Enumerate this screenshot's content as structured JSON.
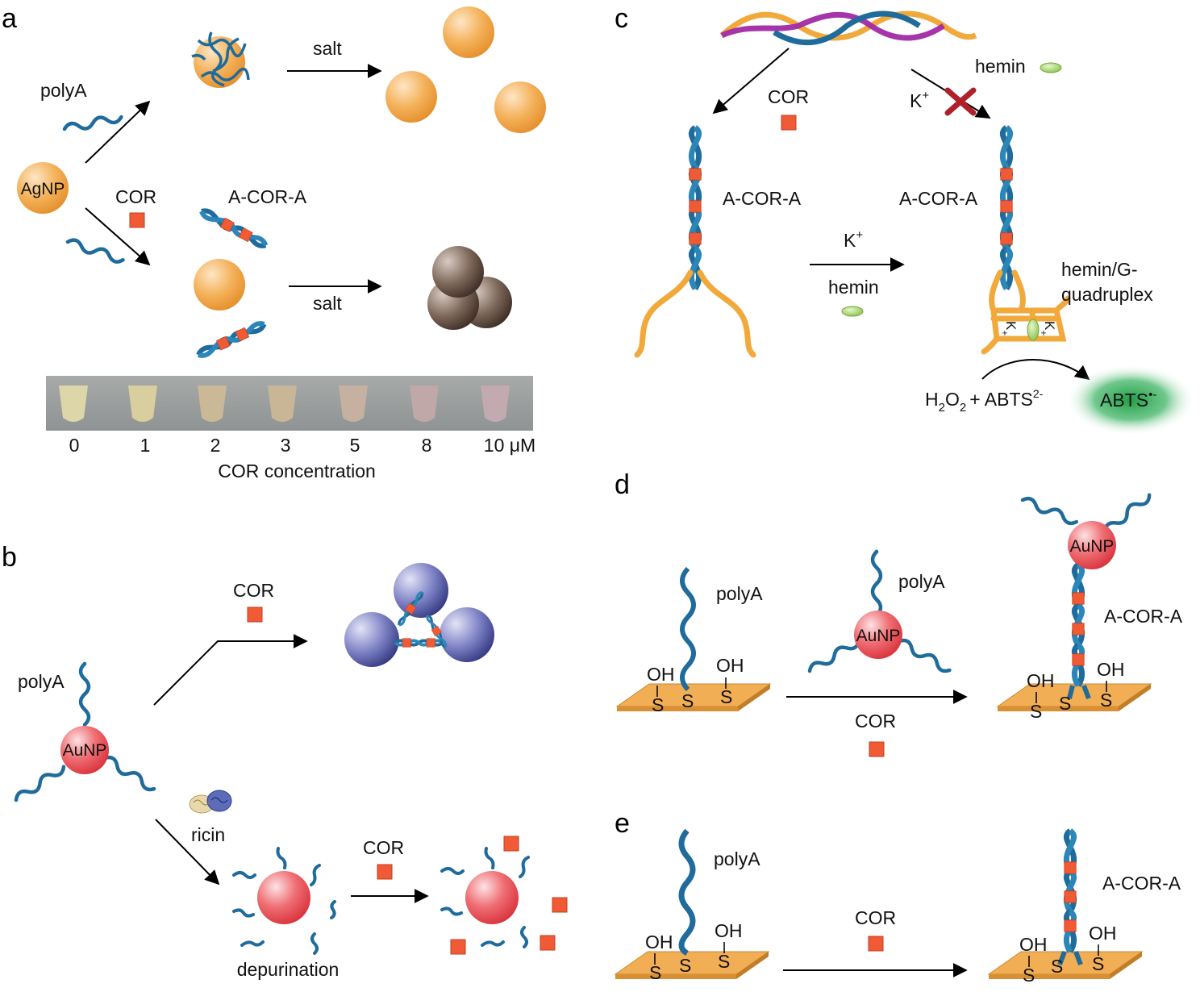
{
  "panels": {
    "a": "a",
    "b": "b",
    "c": "c",
    "d": "d",
    "e": "e"
  },
  "panel_a": {
    "agnp": "AgNP",
    "polyA": "polyA",
    "cor": "COR",
    "salt_top": "salt",
    "salt_bottom": "salt",
    "acora": "A-COR-A",
    "tube_labels": [
      "0",
      "1",
      "2",
      "3",
      "5",
      "8",
      "10 μM"
    ],
    "tube_colors": [
      "#dcd6a8",
      "#d8ce9e",
      "#cbb896",
      "#c9b697",
      "#c6b0a0",
      "#c0a8a8",
      "#c2aab0"
    ],
    "axis_label": "COR concentration"
  },
  "panel_b": {
    "cor_top": "COR",
    "polyA": "polyA",
    "aunp": "AuNP",
    "ricin": "ricin",
    "cor_bottom": "COR",
    "depurination": "depurination"
  },
  "panel_c": {
    "cor": "COR",
    "k_top": "K",
    "k_top_sup": "+",
    "hemin_top": "hemin",
    "acora_left": "A-COR-A",
    "acora_right": "A-COR-A",
    "k_mid": "K",
    "k_mid_sup": "+",
    "hemin_mid": "hemin",
    "hemin_g_line1": "hemin/G-",
    "hemin_g_line2": "quadruplex",
    "k_in_1": "K",
    "k_in_2": "K",
    "plus": "+",
    "h2o2_h": "H",
    "h2o2_sub": "2",
    "h2o2_o": "O",
    "h2o2_sub2": "2",
    "abts_left": "+ ABTS",
    "abts_left_sup": "2-",
    "abts_right": "ABTS",
    "abts_right_sup": "•-"
  },
  "panel_d": {
    "polyA_left": "polyA",
    "polyA_mid": "polyA",
    "aunp_mid": "AuNP",
    "aunp_right": "AuNP",
    "acora": "A-COR-A",
    "cor": "COR",
    "oh": "OH",
    "s": "S"
  },
  "panel_e": {
    "polyA": "polyA",
    "cor": "COR",
    "acora": "A-COR-A",
    "oh": "OH",
    "s": "S"
  },
  "colors": {
    "dna_blue": "#1f6b9c",
    "cor_red": "#f05a35",
    "agnp_orange": "#f3a545",
    "aunp_red": "#e8454c",
    "aggregate_brown": "#5b4438",
    "aunp_blue": "#5559a8",
    "dna_orange": "#f2a93b",
    "dna_purple": "#a12aa5",
    "hemin_green": "#9fd060",
    "abts_green": "#1fa34a",
    "surface_orange": "#f1ae55",
    "ricin_red": "#b0202a"
  }
}
